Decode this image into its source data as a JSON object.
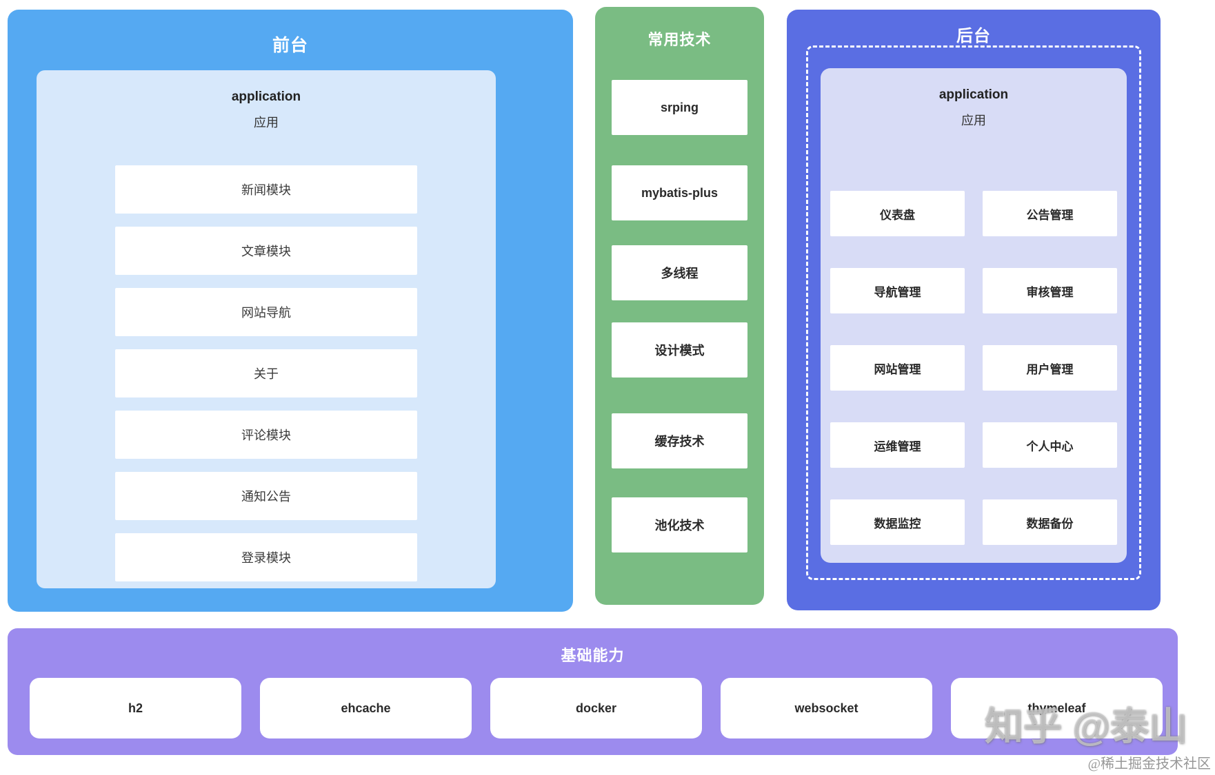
{
  "panels": {
    "frontend": {
      "title": "前台",
      "app": {
        "title_en": "application",
        "title_zh": "应用"
      },
      "modules": [
        "新闻模块",
        "文章模块",
        "网站导航",
        "关于",
        "评论模块",
        "通知公告",
        "登录模块"
      ]
    },
    "technologies": {
      "title": "常用技术",
      "items": [
        "srping",
        "mybatis-plus",
        "多线程",
        "设计模式",
        "缓存技术",
        "池化技术"
      ]
    },
    "backend": {
      "title": "后台",
      "app": {
        "title_en": "application",
        "title_zh": "应用"
      },
      "modules": [
        "仪表盘",
        "公告管理",
        "导航管理",
        "审核管理",
        "网站管理",
        "用户管理",
        "运维管理",
        "个人中心",
        "数据监控",
        "数据备份"
      ]
    },
    "foundation": {
      "title": "基础能力",
      "items": [
        "h2",
        "ehcache",
        "docker",
        "websocket",
        "thymeleaf"
      ]
    }
  },
  "watermarks": {
    "large": "知乎 @泰山",
    "small": "@稀土掘金技术社区"
  },
  "colors": {
    "frontend_panel": "#55a9f2",
    "frontend_inner": "#d7e8fb",
    "tech_panel": "#7abc83",
    "backend_panel": "#5a6ee3",
    "backend_inner": "#d8dcf6",
    "foundation_panel": "#9c8bee",
    "card_bg": "#ffffff",
    "card_text": "#2a2a2a",
    "panel_title_text": "#ffffff"
  }
}
